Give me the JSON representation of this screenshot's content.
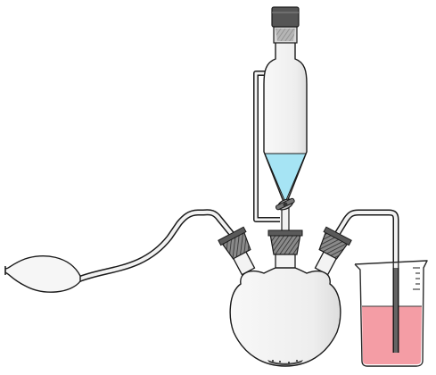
{
  "apparatus": {
    "parts": [
      "dropping-funnel",
      "three-neck-flask",
      "rubber-bulb",
      "beaker",
      "stopcock",
      "ground-glass-joints",
      "stopper"
    ],
    "colors": {
      "background": "#ffffff",
      "glass_fill": "#f4f4f4",
      "glass_stroke": "#1a1a1a",
      "funnel_liquid": "#a6e4f4",
      "beaker_liquid": "#f28c96",
      "joint_fill": "#5a5a5a",
      "stopper_fill": "#555555",
      "bulb_fill": "#f6f6f6",
      "sediment": "#444444"
    }
  }
}
